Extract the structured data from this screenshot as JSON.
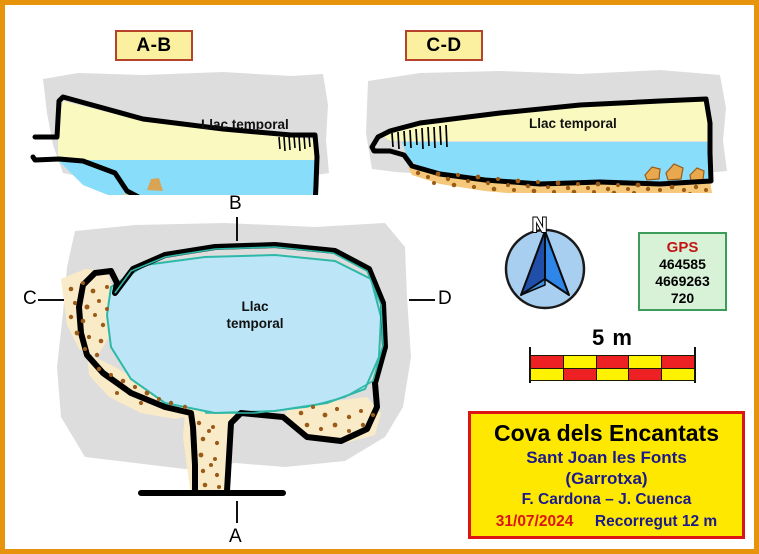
{
  "document": {
    "kind": "cave-survey-map",
    "frame_color": "#E8930C",
    "background": "#FFFFFF"
  },
  "palette": {
    "rock_backdrop": "#DDDDDD",
    "air_void": "#FAFAC0",
    "water": "#87DDFA",
    "water_plan": "#BCE6F7",
    "sediment_section": "#F5C87A",
    "sediment_plan": "#FAEBC8",
    "sediment_dots": "#9A5B18",
    "cave_outline": "#000000",
    "water_edge": "#2EB8A8",
    "frame": "#E8930C",
    "title_bg": "#FFE800",
    "title_border": "#DC1414",
    "gps_bg": "#D8F2D8",
    "gps_border": "#3E9C5A",
    "section_label_bg": "#FAF0A0",
    "section_label_border": "#B5432A",
    "scale_red": "#ED2024",
    "scale_yellow": "#FFF200"
  },
  "sections": [
    {
      "id": "ab",
      "label": "A-B",
      "water_label": "Llac temporal"
    },
    {
      "id": "cd",
      "label": "C-D",
      "water_label": "Llac temporal"
    }
  ],
  "plan": {
    "lake_label_line1": "Llac",
    "lake_label_line2": "temporal",
    "stations": [
      {
        "id": "a",
        "label": "A"
      },
      {
        "id": "b",
        "label": "B"
      },
      {
        "id": "c",
        "label": "C"
      },
      {
        "id": "d",
        "label": "D"
      }
    ]
  },
  "compass": {
    "north_label": "N"
  },
  "gps": {
    "title": "GPS",
    "easting": "464585",
    "northing": "4669263",
    "elevation": "720"
  },
  "scale": {
    "label": "5 m",
    "segments": 5,
    "rows": [
      [
        "#ED2024",
        "#FFF200",
        "#ED2024",
        "#FFF200",
        "#ED2024"
      ],
      [
        "#FFF200",
        "#ED2024",
        "#FFF200",
        "#ED2024",
        "#FFF200"
      ]
    ]
  },
  "title_block": {
    "cave_name": "Cova dels Encantats",
    "municipality": "Sant Joan les Fonts",
    "region": "(Garrotxa)",
    "surveyors": "F. Cardona  –  J. Cuenca",
    "date": "31/07/2024",
    "length": "Recorregut 12 m"
  }
}
